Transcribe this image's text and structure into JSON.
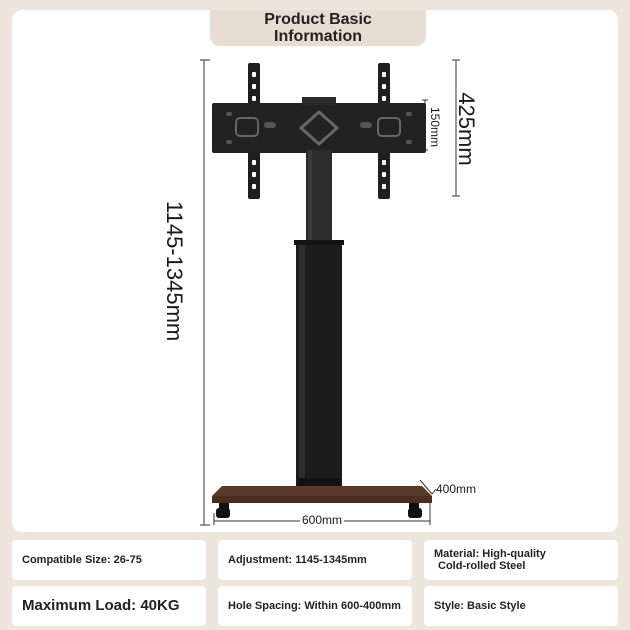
{
  "header": {
    "title": "Product Basic Information"
  },
  "dimensions": {
    "height_range": "1145-1345mm",
    "plate_height": "425mm",
    "plate_spacing": "150mm",
    "base_width": "600mm",
    "base_depth": "400mm"
  },
  "specs": {
    "compatible_size": "Compatible Size: 26-75",
    "adjustment": "Adjustment: 1145-1345mm",
    "material_line1": "Material: High-quality",
    "material_line2": "Cold-rolled Steel",
    "maximum_load": "Maximum Load: 40KG",
    "hole_spacing": "Hole Spacing: Within 600-400mm",
    "style": "Style: Basic Style"
  },
  "colors": {
    "background": "#eee5dc",
    "panel": "#ffffff",
    "steel": "#1f1f1f",
    "wood": "#5a3a2a"
  }
}
